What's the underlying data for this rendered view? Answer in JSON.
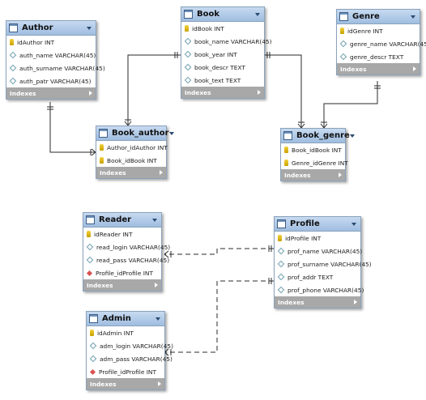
{
  "indexes_label": "Indexes",
  "tables": {
    "author": {
      "name": "Author",
      "columns": [
        {
          "label": "idAuthor INT",
          "kind": "pk"
        },
        {
          "label": "auth_name VARCHAR(45)",
          "kind": "field"
        },
        {
          "label": "auth_surname VARCHAR(45)",
          "kind": "field"
        },
        {
          "label": "auth_patr VARCHAR(45)",
          "kind": "field"
        }
      ]
    },
    "book": {
      "name": "Book",
      "columns": [
        {
          "label": "idBook INT",
          "kind": "pk"
        },
        {
          "label": "book_name VARCHAR(45)",
          "kind": "field"
        },
        {
          "label": "book_year INT",
          "kind": "field"
        },
        {
          "label": "book_descr TEXT",
          "kind": "field"
        },
        {
          "label": "book_text TEXT",
          "kind": "field"
        }
      ]
    },
    "genre": {
      "name": "Genre",
      "columns": [
        {
          "label": "idGenre INT",
          "kind": "pk"
        },
        {
          "label": "genre_name VARCHAR(45)",
          "kind": "field"
        },
        {
          "label": "genre_descr TEXT",
          "kind": "field"
        }
      ]
    },
    "book_author": {
      "name": "Book_author",
      "columns": [
        {
          "label": "Author_idAuthor INT",
          "kind": "pk"
        },
        {
          "label": "Book_idBook INT",
          "kind": "pk"
        }
      ]
    },
    "book_genre": {
      "name": "Book_genre",
      "columns": [
        {
          "label": "Book_idBook INT",
          "kind": "pk"
        },
        {
          "label": "Genre_idGenre INT",
          "kind": "pk"
        }
      ]
    },
    "reader": {
      "name": "Reader",
      "columns": [
        {
          "label": "idReader INT",
          "kind": "pk"
        },
        {
          "label": "read_login VARCHAR(45)",
          "kind": "field"
        },
        {
          "label": "read_pass VARCHAR(45)",
          "kind": "field"
        },
        {
          "label": "Profile_idProfile INT",
          "kind": "fk"
        }
      ]
    },
    "profile": {
      "name": "Profile",
      "columns": [
        {
          "label": "idProfile INT",
          "kind": "pk"
        },
        {
          "label": "prof_name VARCHAR(45)",
          "kind": "field"
        },
        {
          "label": "prof_surname VARCHAR(45)",
          "kind": "field"
        },
        {
          "label": "prof_addr TEXT",
          "kind": "field"
        },
        {
          "label": "prof_phone VARCHAR(45)",
          "kind": "field"
        }
      ]
    },
    "admin": {
      "name": "Admin",
      "columns": [
        {
          "label": "idAdmin INT",
          "kind": "pk"
        },
        {
          "label": "adm_login VARCHAR(45)",
          "kind": "field"
        },
        {
          "label": "adm_pass VARCHAR(45)",
          "kind": "field"
        },
        {
          "label": "Profile_idProfile INT",
          "kind": "fk"
        }
      ]
    }
  },
  "relationships": [
    {
      "from": "Author",
      "to": "Book_author",
      "style": "solid"
    },
    {
      "from": "Book",
      "to": "Book_author",
      "style": "solid"
    },
    {
      "from": "Book",
      "to": "Book_genre",
      "style": "solid"
    },
    {
      "from": "Genre",
      "to": "Book_genre",
      "style": "solid"
    },
    {
      "from": "Profile",
      "to": "Reader",
      "style": "dashed"
    },
    {
      "from": "Profile",
      "to": "Admin",
      "style": "dashed"
    }
  ],
  "colors": {
    "header": "#9fbde0",
    "indexes_bar": "#a8a8a8",
    "line": "#2a2a2a"
  }
}
